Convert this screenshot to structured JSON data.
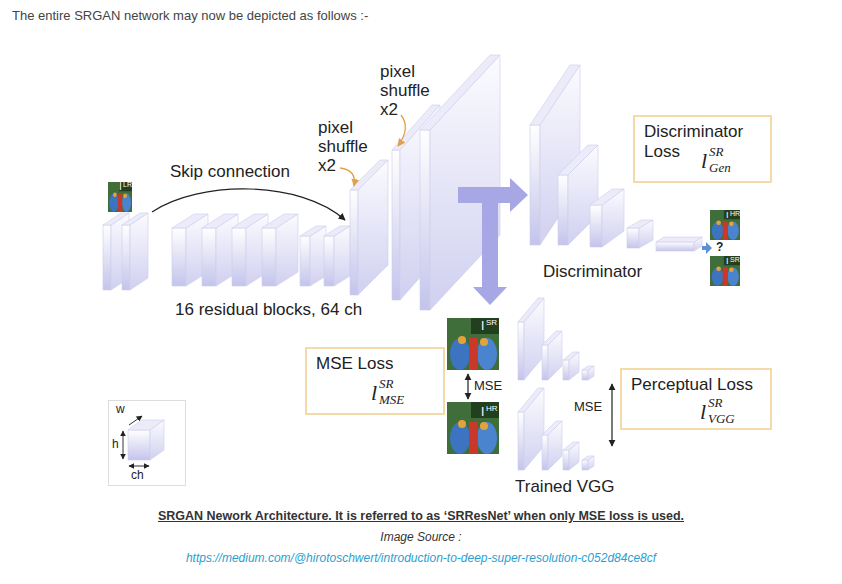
{
  "diagram": {
    "title": "The entire SRGAN network may now be depicted as follows :-",
    "caption": "SRGAN Nework Architecture. It is referred to as ‘SRResNet’ when only MSE loss is used.",
    "nodes": [
      {
        "text": [
          "16 residual blocks, 64 ch"
        ]
      },
      {
        "text": [
          "Discriminator Loss",
          "l",
          "SR",
          "Gen"
        ]
      },
      {
        "text": [
          "Discriminator"
        ]
      },
      {
        "text": [
          "MSE Loss",
          "l",
          "SR",
          "MSE"
        ]
      },
      {
        "text": [
          "Perceptual Loss",
          "l",
          "SR",
          "VGG"
        ]
      }
    ],
    "edges": [
      {
        "from": 0,
        "to": 2,
        "arrow": "to"
      }
    ],
    "labels": [
      "I",
      "LR",
      "Skip connection",
      "pixel shuffle x2",
      "pixel shuffle x2",
      "I",
      "HR",
      "?",
      "I",
      "SR",
      "I",
      "SR",
      "MSE",
      "I",
      "HR",
      "MSE",
      "Trained VGG",
      "w",
      "h",
      "ch",
      "Image Source :",
      "https://medium.com/@hirotoschwert/introduction-to-deep-super-resolution-c052d84ce8cf"
    ]
  }
}
